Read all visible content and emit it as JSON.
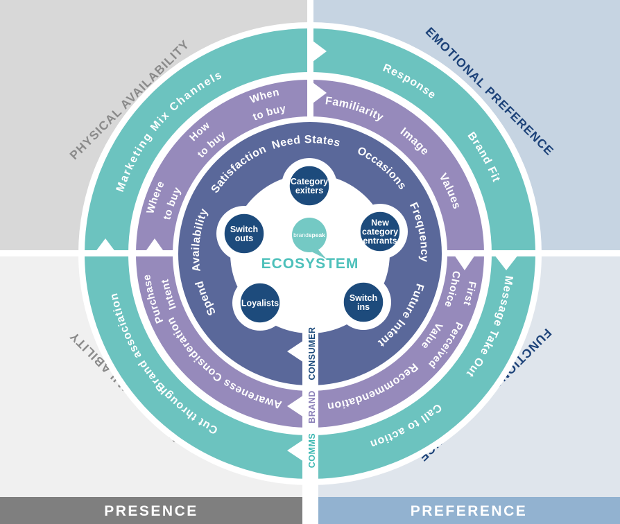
{
  "title": "ECOSYSTEM",
  "colors": {
    "teal": "#6cc3bf",
    "purple": "#968abb",
    "navy_ring": "#5a689a",
    "node_navy": "#1d4b7c",
    "bubble": "#74c9c4",
    "ecosystem_text": "#4cc0ba",
    "bg_top_left": "#d8d8d8",
    "bg_top_right": "#c6d4e2",
    "bg_bottom_left": "#f0f0f0",
    "bg_bottom_right": "#dfe5ec",
    "bar_left": "#7f7f7f",
    "bar_right": "#92b2d0",
    "gray_text": "#8a8a8a",
    "navy_text": "#1b4178",
    "consumer_text": "#1d4b7c",
    "brand_text": "#8b80b8",
    "comms_text": "#3eb8b2"
  },
  "quadrants": {
    "top_left": {
      "label": "PHYSICAL AVAILABILITY"
    },
    "top_right": {
      "label": "EMOTIONAL PREFERENCE"
    },
    "bottom_left": {
      "label": "MENTAL AVAILABILITY"
    },
    "bottom_right": {
      "label": "FUNCTIONAL PREFERENCE"
    }
  },
  "bars": {
    "left": "PRESENCE",
    "right": "PREFERENCE"
  },
  "axis_labels": {
    "consumer": "CONSUMER",
    "brand": "BRAND",
    "comms": "COMMS"
  },
  "center": {
    "logo_brand": "brand",
    "logo_speak": "speak",
    "title": "ECOSYSTEM"
  },
  "nodes": [
    {
      "id": "category-exiters",
      "lines": [
        "Category",
        "exiters"
      ]
    },
    {
      "id": "new-category-entrants",
      "lines": [
        "New",
        "category",
        "entrants"
      ]
    },
    {
      "id": "switch-ins",
      "lines": [
        "Switch",
        "ins"
      ]
    },
    {
      "id": "loyalists",
      "lines": [
        "Loyalists"
      ]
    },
    {
      "id": "switch-outs",
      "lines": [
        "Switch",
        "outs"
      ]
    }
  ],
  "ring_labels": [
    {
      "ring": "teal",
      "text": "Marketing Mix Channels",
      "r": 284,
      "mid": 311,
      "fs": 16,
      "ls": 2
    },
    {
      "ring": "teal",
      "text": "Response",
      "r": 284,
      "mid": 30,
      "fs": 16,
      "ls": 1
    },
    {
      "ring": "teal",
      "text": "Brand Fit",
      "r": 284,
      "mid": 61,
      "fs": 16,
      "ls": 1
    },
    {
      "ring": "teal",
      "text": "Message Take Out",
      "r": 284,
      "mid": 112,
      "fs": 16,
      "ls": 1
    },
    {
      "ring": "teal",
      "text": "Call to action",
      "r": 284,
      "mid": 151,
      "fs": 16,
      "ls": 1
    },
    {
      "ring": "teal",
      "text": "Cut through",
      "r": 284,
      "mid": 218,
      "fs": 16,
      "ls": 1
    },
    {
      "ring": "teal",
      "text": "Brand association",
      "r": 284,
      "mid": 243,
      "fs": 16,
      "ls": 1
    },
    {
      "ring": "purple",
      "text": "Familiarity",
      "r": 217,
      "mid": 17,
      "fs": 16,
      "ls": 0.5
    },
    {
      "ring": "purple",
      "text": "Image",
      "r": 217,
      "mid": 43,
      "fs": 16,
      "ls": 0.5
    },
    {
      "ring": "purple",
      "text": "Values",
      "r": 217,
      "mid": 66,
      "fs": 16,
      "ls": 0.5
    },
    {
      "ring": "purple",
      "text": "Recommendation",
      "r": 217,
      "mid": 155,
      "fs": 16,
      "ls": 0.5
    },
    {
      "ring": "purple",
      "text": "Awareness Consideration",
      "r": 217,
      "mid": 218,
      "fs": 16,
      "ls": 0.5
    },
    {
      "ring": "purple",
      "text": "When",
      "r": 233,
      "mid": 344,
      "fs": 15,
      "ls": 0.5
    },
    {
      "ring": "purple",
      "text": "to buy",
      "r": 208,
      "mid": 344,
      "fs": 15,
      "ls": 0.5
    },
    {
      "ring": "purple",
      "text": "How",
      "r": 233,
      "mid": 318,
      "fs": 15,
      "ls": 0.5
    },
    {
      "ring": "purple",
      "text": "to buy",
      "r": 208,
      "mid": 318,
      "fs": 15,
      "ls": 0.5
    },
    {
      "ring": "purple",
      "text": "Where",
      "r": 233,
      "mid": 290,
      "fs": 15,
      "ls": 0.5
    },
    {
      "ring": "purple",
      "text": "to buy",
      "r": 208,
      "mid": 290,
      "fs": 15,
      "ls": 0.5
    },
    {
      "ring": "purple",
      "text": "First",
      "r": 233,
      "mid": 104,
      "fs": 15,
      "ls": 0.5
    },
    {
      "ring": "purple",
      "text": "Choice",
      "r": 208,
      "mid": 104,
      "fs": 15,
      "ls": 0.5
    },
    {
      "ring": "purple",
      "text": "Perceived",
      "r": 233,
      "mid": 124,
      "fs": 15,
      "ls": 0.5
    },
    {
      "ring": "purple",
      "text": "Value",
      "r": 208,
      "mid": 124,
      "fs": 15,
      "ls": 0.5
    },
    {
      "ring": "purple",
      "text": "Purchase",
      "r": 233,
      "mid": 254,
      "fs": 15,
      "ls": 0.5
    },
    {
      "ring": "purple",
      "text": "Intent",
      "r": 208,
      "mid": 254,
      "fs": 15,
      "ls": 0.5
    },
    {
      "ring": "navy",
      "text": "Need States",
      "r": 160,
      "mid": 358,
      "fs": 16,
      "ls": 0.5
    },
    {
      "ring": "navy",
      "text": "Occasions",
      "r": 160,
      "mid": 40,
      "fs": 16,
      "ls": 0.5
    },
    {
      "ring": "navy",
      "text": "Frequency",
      "r": 160,
      "mid": 79,
      "fs": 16,
      "ls": 0.5
    },
    {
      "ring": "navy",
      "text": "Future Intent",
      "r": 160,
      "mid": 124,
      "fs": 16,
      "ls": 0.5
    },
    {
      "ring": "navy",
      "text": "Spend",
      "r": 160,
      "mid": 247,
      "fs": 16,
      "ls": 0.5
    },
    {
      "ring": "navy",
      "text": "Availability",
      "r": 160,
      "mid": 277,
      "fs": 16,
      "ls": 0.5
    },
    {
      "ring": "navy",
      "text": "Satisfaction",
      "r": 160,
      "mid": 320,
      "fs": 16,
      "ls": 0.5
    }
  ]
}
